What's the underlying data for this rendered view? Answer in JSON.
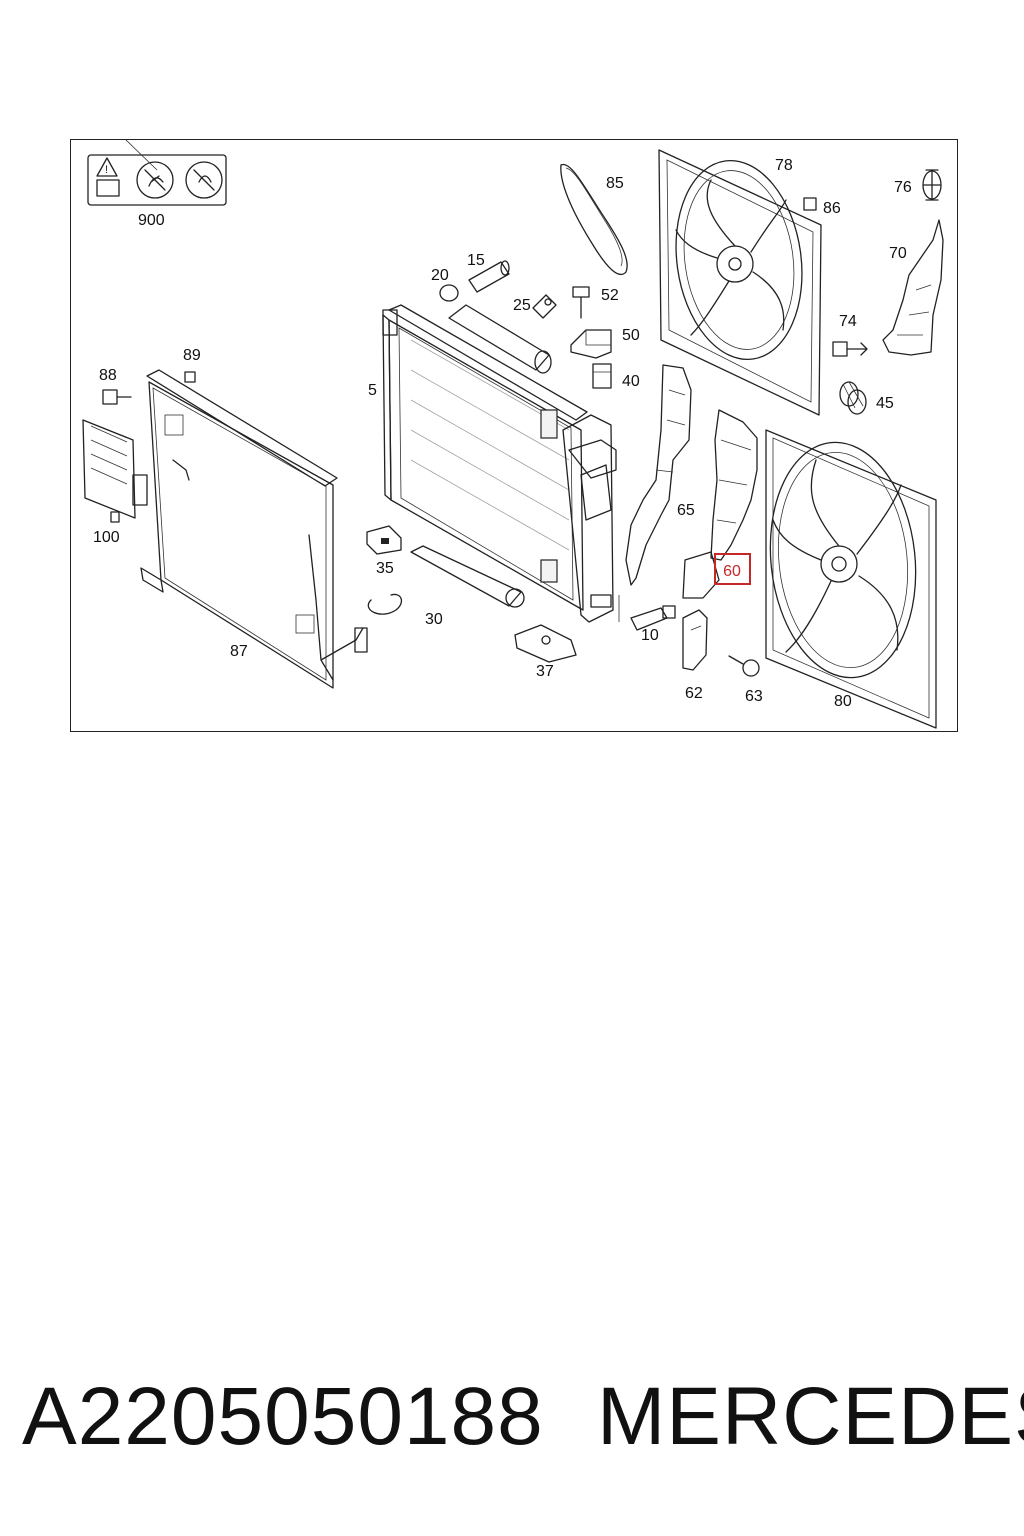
{
  "diagram": {
    "highlight_color": "#c62828",
    "highlighted_callout": "60",
    "callouts": {
      "c900": "900",
      "c85": "85",
      "c78": "78",
      "c86": "86",
      "c76": "76",
      "c70": "70",
      "c15": "15",
      "c20": "20",
      "c25": "25",
      "c52": "52",
      "c50": "50",
      "c40": "40",
      "c74": "74",
      "c45": "45",
      "c89": "89",
      "c88": "88",
      "c5": "5",
      "c65": "65",
      "c100": "100",
      "c35": "35",
      "c60": "60",
      "c30": "30",
      "c10": "10",
      "c87": "87",
      "c37": "37",
      "c62": "62",
      "c63": "63",
      "c80": "80"
    }
  },
  "caption": {
    "part_number": "A2205050188",
    "brand": "MERCEDES"
  }
}
